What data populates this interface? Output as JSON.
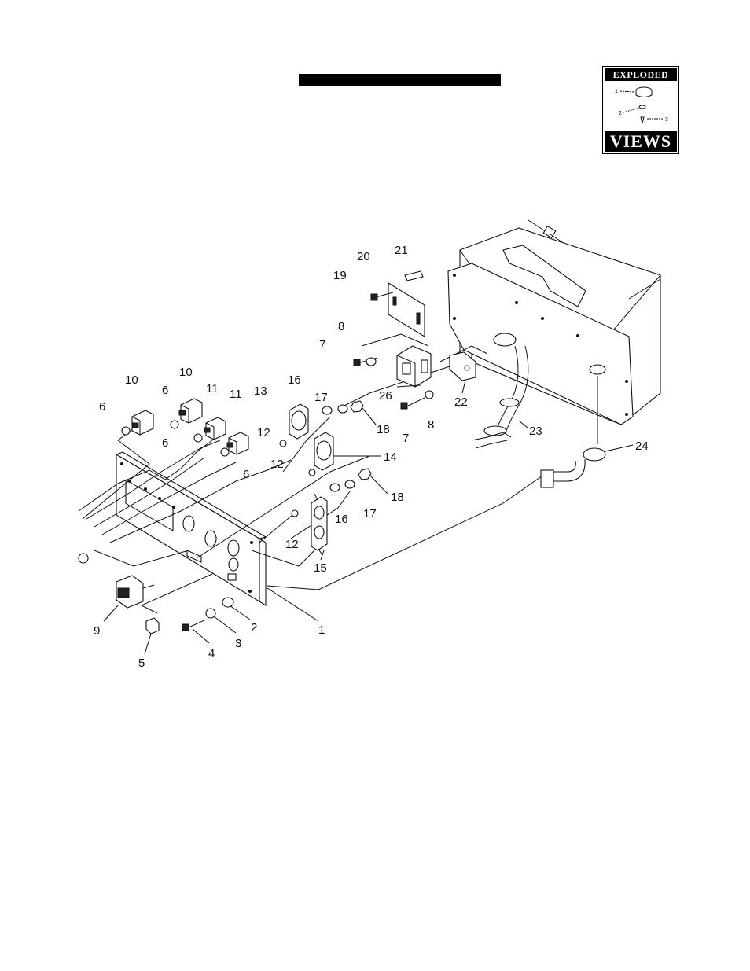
{
  "header": {
    "badge_top_text": "EXPLODED",
    "badge_bottom_text": "VIEWS",
    "badge_mini_callouts": [
      "1",
      "2",
      "3"
    ]
  },
  "diagram": {
    "callouts": [
      "1",
      "2",
      "3",
      "4",
      "5",
      "6",
      "6",
      "6",
      "6",
      "7",
      "7",
      "8",
      "8",
      "9",
      "10",
      "10",
      "11",
      "11",
      "12",
      "12",
      "12",
      "13",
      "14",
      "15",
      "16",
      "16",
      "17",
      "17",
      "18",
      "18",
      "19",
      "20",
      "21",
      "22",
      "23",
      "24",
      "26"
    ]
  }
}
